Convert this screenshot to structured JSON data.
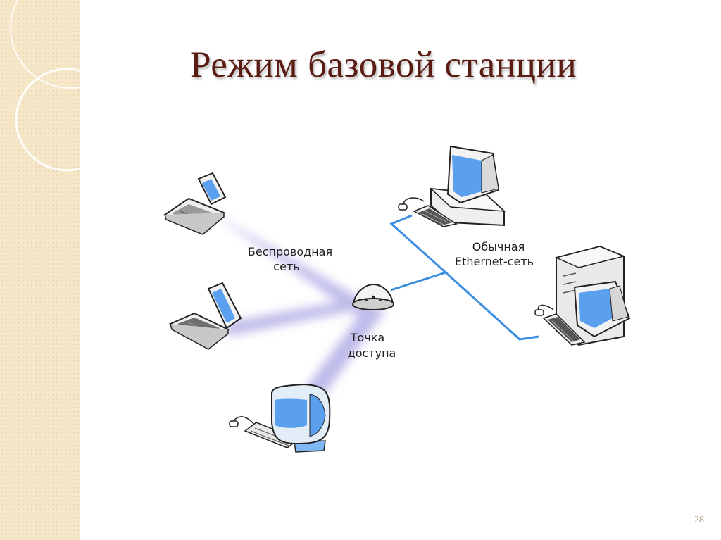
{
  "slide": {
    "title": "Режим базовой станции",
    "page_number": "28"
  },
  "diagram": {
    "labels": {
      "wireless_network": [
        "Беспроводная",
        "сеть"
      ],
      "ethernet_network": [
        "Обычная",
        "Ethernet-сеть"
      ],
      "access_point": [
        "Точка",
        "доступа"
      ]
    },
    "nodes": [
      {
        "id": "laptop-top",
        "icon": "laptop-icon"
      },
      {
        "id": "laptop-middle",
        "icon": "laptop-icon"
      },
      {
        "id": "imac-bottom",
        "icon": "imac-icon"
      },
      {
        "id": "access-point",
        "icon": "access-point-icon"
      },
      {
        "id": "desktop-top",
        "icon": "desktop-computer-icon"
      },
      {
        "id": "tower-right",
        "icon": "tower-computer-icon"
      }
    ],
    "colors": {
      "wireless_beam": "#b3aee6",
      "ethernet_cable": "#3c8fe0",
      "screen": "#5aa0ee",
      "title_color": "#5a1c12"
    }
  }
}
